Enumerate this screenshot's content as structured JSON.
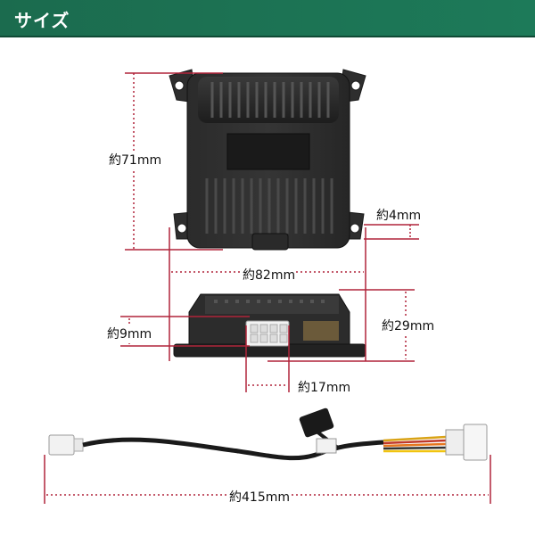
{
  "header": {
    "title": "サイズ"
  },
  "dimensions": {
    "height": "約71mm",
    "width": "約82mm",
    "tab": "約4mm",
    "depth": "約29mm",
    "lip": "約9mm",
    "connector": "約17mm",
    "cable": "約415mm"
  },
  "colors": {
    "header_bg": "#1b6b4e",
    "dimension_line": "#b0243a",
    "dotted_line": "#b0243a"
  }
}
